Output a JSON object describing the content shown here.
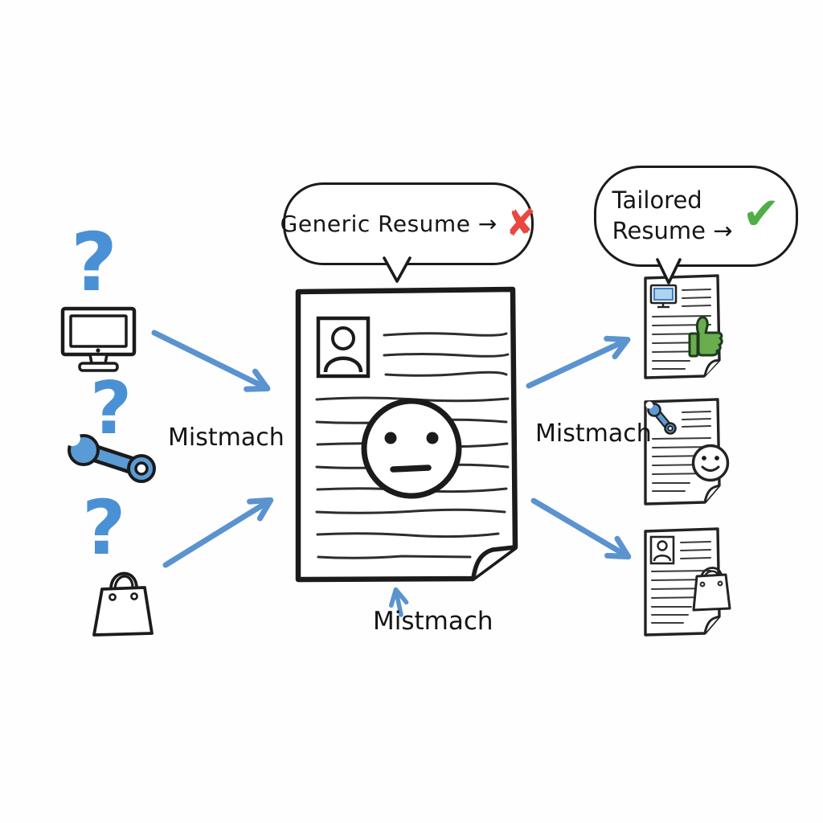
{
  "colors": {
    "ink": "#1b1b1b",
    "blue": "#4a90d4",
    "wrench_blue": "#5b9bd5",
    "arrow_blue": "#5b93cf",
    "red": "#e84840",
    "green": "#4fae47",
    "thumb_green": "#69ad4f",
    "thumb_ink": "#1d3a1d",
    "screen_blue": "#aed3ee",
    "screen_border": "#3b7fc4"
  },
  "bubbles": {
    "generic": {
      "text": "Generic Resume →",
      "mark": "✘"
    },
    "tailored": {
      "line1": "Tailored",
      "line2": "Resume →",
      "mark": "✔"
    }
  },
  "labels": {
    "mismatch_left": "Mistmach",
    "mismatch_right": "Mistmach",
    "mismatch_bottom": "Mistmach"
  },
  "question_marks": [
    "?",
    "?",
    "?"
  ],
  "icons": {
    "left_column": [
      "question-mark",
      "computer-monitor",
      "question-mark",
      "wrench",
      "question-mark",
      "shopping-bag"
    ],
    "generic_document": [
      "photo-placeholder-person",
      "neutral-face"
    ],
    "tailored_documents": [
      "computer-monitor",
      "thumbs-up",
      "wrench",
      "smiley-face",
      "photo-placeholder-person",
      "shopping-bag"
    ]
  }
}
